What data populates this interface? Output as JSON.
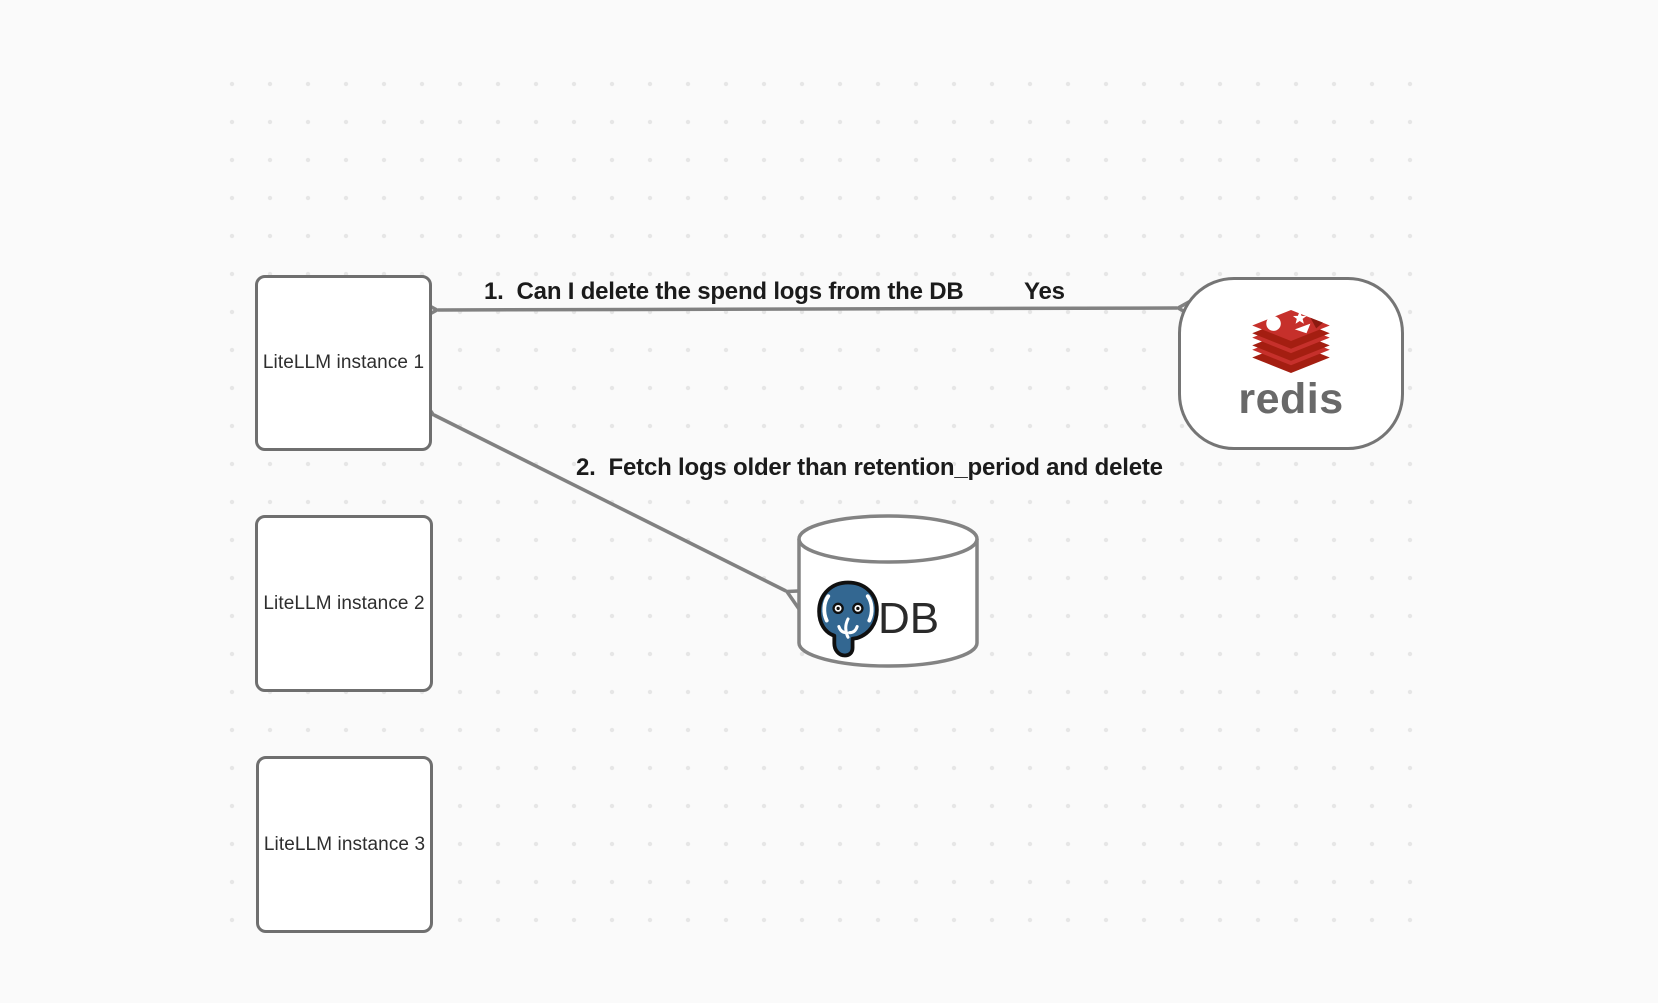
{
  "diagram": {
    "description_domain": "architecture-diagram",
    "nodes": {
      "litellm_instances": [
        {
          "label": "LiteLLM instance 1"
        },
        {
          "label": "LiteLLM instance 2"
        },
        {
          "label": "LiteLLM instance 3"
        }
      ],
      "redis": {
        "label": "redis"
      },
      "db": {
        "label": "DB"
      }
    },
    "edges": [
      {
        "from": "LiteLLM instance 1",
        "to": "redis",
        "style": "double-headed-arrow",
        "label": "1.  Can I delete the spend logs from the DB",
        "response": "Yes"
      },
      {
        "from": "LiteLLM instance 1",
        "to": "DB",
        "style": "double-headed-arrow",
        "label": "2.  Fetch logs older than retention_period and delete"
      }
    ],
    "icons": {
      "redis_logo": "redis-stack-logo-icon (3 stacked red layers with white circle, star, triangle)",
      "postgres_logo": "postgresql-elephant-icon (blue elephant head, black outline)",
      "database": "database-cylinder-icon (gray outlined cylinder)"
    },
    "colors": {
      "background": "#fafafa",
      "grid_dot": "#e6e6e6",
      "node_border": "#6f6f6f",
      "arrow": "#818181",
      "label_text": "#1b1b1b",
      "redis_red": "#c6302b",
      "redis_red_dark": "#a41e11",
      "redis_wordmark": "#696969",
      "postgres_blue": "#336791",
      "db_text": "#2a2a2a"
    }
  }
}
